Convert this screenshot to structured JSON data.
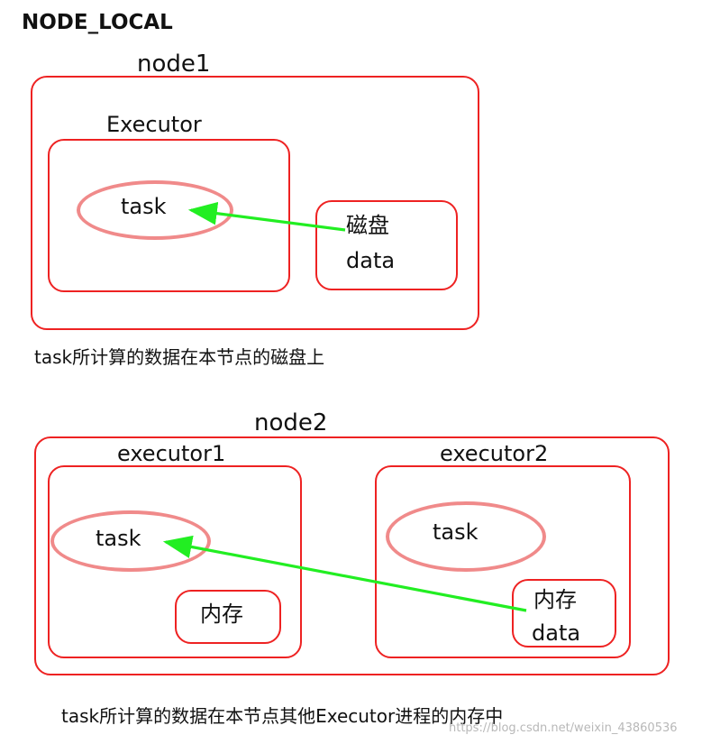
{
  "title": "NODE_LOCAL",
  "top_section": {
    "node_label": "node1",
    "executor_label": "Executor",
    "task_label": "task",
    "storage_label": "磁盘",
    "data_label": "data",
    "caption": "task所计算的数据在本节点的磁盘上"
  },
  "bottom_section": {
    "node_label": "node2",
    "executor1_label": "executor1",
    "executor1_task_label": "task",
    "executor1_memory_label": "内存",
    "executor2_label": "executor2",
    "executor2_task_label": "task",
    "executor2_memory_label": "内存",
    "executor2_data_label": "data",
    "caption": "task所计算的数据在本节点其他Executor进程的内存中"
  },
  "watermark": "https://blog.csdn.net/weixin_43860536",
  "colors": {
    "box_border": "#ee2222",
    "ellipse_border": "#f08a8a",
    "arrow": "#22ee22"
  }
}
